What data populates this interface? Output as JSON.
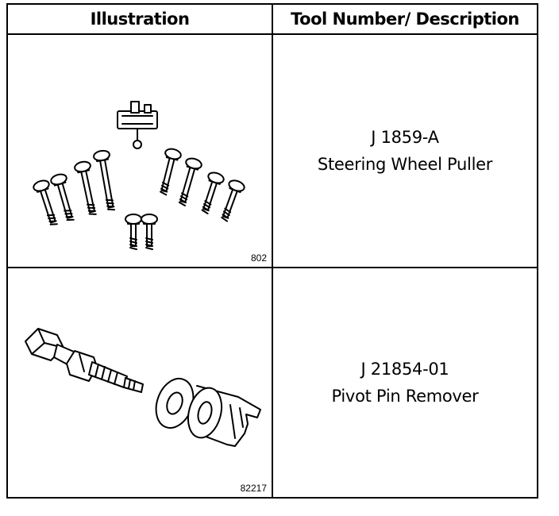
{
  "table": {
    "headers": {
      "illustration": "Illustration",
      "description": "Tool Number/ Description"
    },
    "rows": [
      {
        "figure_number": "802",
        "tool_number": "J 1859-A",
        "description": "Steering Wheel Puller",
        "illustration_icon": "steering-wheel-puller-bolts-icon"
      },
      {
        "figure_number": "82217",
        "tool_number": "J 21854-01",
        "description": "Pivot Pin Remover",
        "illustration_icon": "pivot-pin-remover-icon"
      }
    ]
  }
}
